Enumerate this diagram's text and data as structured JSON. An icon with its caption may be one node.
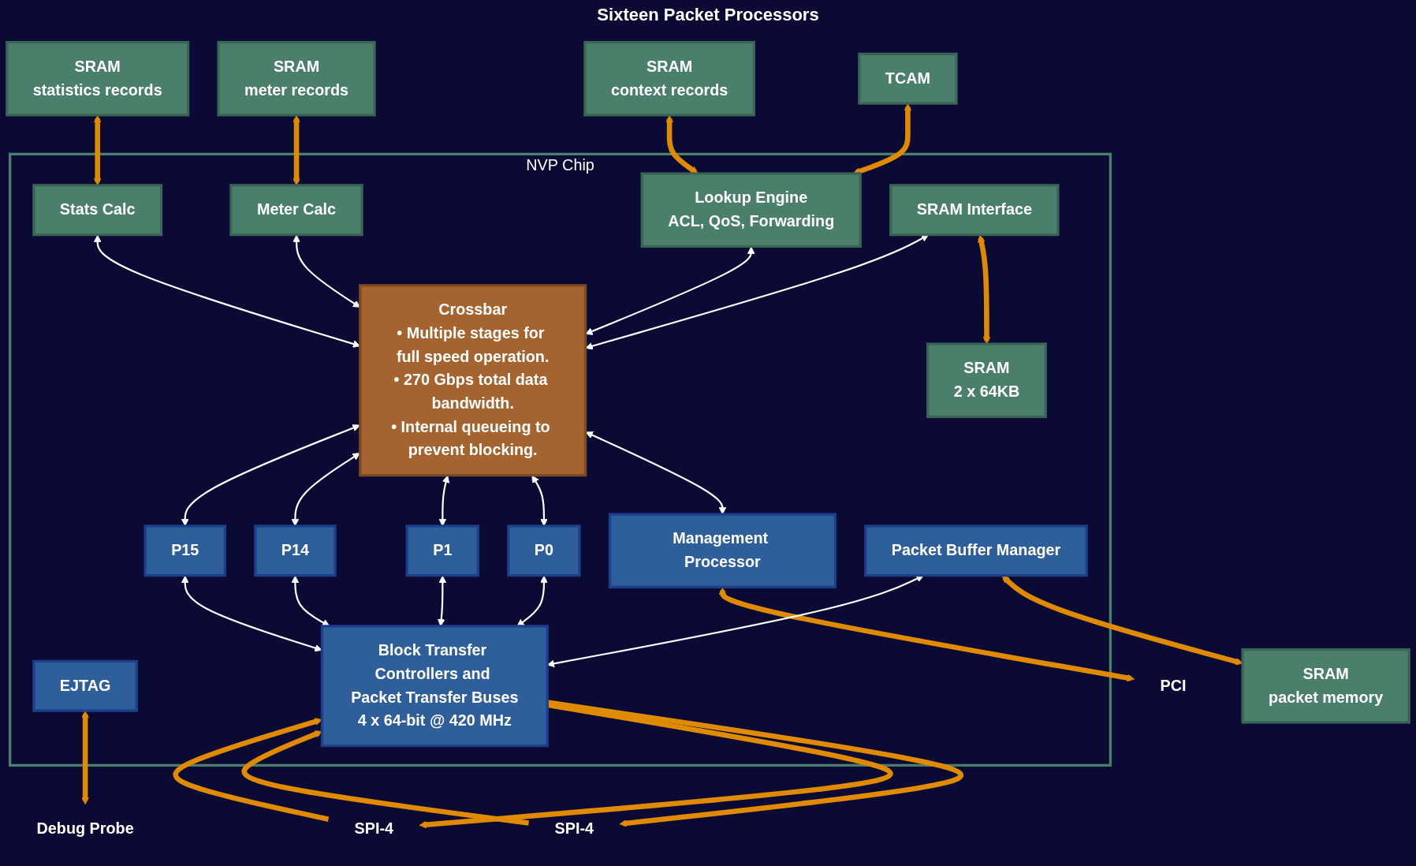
{
  "diagram": {
    "nodes": [
      {
        "text": [
          "NVP Chip"
        ]
      },
      {
        "text": [
          "TCAM"
        ]
      },
      {
        "text": [
          "SRAM",
          "context records"
        ]
      },
      {
        "text": [
          "SRAM",
          "meter records"
        ]
      },
      {
        "text": [
          "SRAM",
          "statistics records"
        ]
      },
      {
        "text": [
          "Lookup Engine",
          "ACL, QoS, Forwarding"
        ],
        "in": 0
      },
      {
        "text": [
          "Meter Calc"
        ],
        "in": 0
      },
      {
        "text": [
          "Stats Calc"
        ],
        "in": 0
      },
      {
        "text": [
          "SRAM Interface"
        ],
        "in": 0
      },
      {
        "text": [
          "SRAM",
          "2 x 64KB"
        ],
        "in": 0
      },
      {
        "text": [
          "EJTAG"
        ],
        "in": 0
      },
      {
        "text": [
          "Debug Probe"
        ]
      },
      {
        "text": [
          "Crossbar",
          "• Multiple stages for full speed operation.",
          "• 270 Gbps total data bandwidth.",
          "• Internal queueing to prevent blocking."
        ],
        "in": 0
      },
      {
        "text": [
          "Management Processor"
        ],
        "in": 0
      },
      {
        "text": [
          "PCI"
        ]
      },
      {
        "text": [
          "P0"
        ],
        "in": 0
      },
      {
        "text": [
          "P1"
        ],
        "in": 0
      },
      {
        "text": [
          "P14"
        ],
        "in": 0
      },
      {
        "text": [
          "P15"
        ],
        "in": 0
      },
      {
        "text": [
          "Packet Buffer Manager"
        ],
        "in": 0
      },
      {
        "text": [
          "SRAM",
          "packet memory"
        ]
      },
      {
        "text": [
          "Block Transfer Controllers and Packet Transfer Buses",
          "4 x 64-bit @ 420 MHz"
        ],
        "in": 0
      },
      {
        "text": [
          "SPI-4"
        ]
      },
      {
        "text": [
          "SPI-4"
        ]
      }
    ],
    "edges": [
      {
        "from": 1,
        "to": 5,
        "arrow": "both",
        "style": "thick",
        "color": "#e08a00"
      },
      {
        "from": 2,
        "to": 5,
        "arrow": "both",
        "style": "thick",
        "color": "#e08a00"
      },
      {
        "from": 3,
        "to": 6,
        "arrow": "both",
        "style": "thick",
        "color": "#e08a00"
      },
      {
        "from": 4,
        "to": 7,
        "arrow": "both",
        "style": "thick",
        "color": "#e08a00"
      },
      {
        "from": 8,
        "to": 9,
        "arrow": "both",
        "style": "thick",
        "color": "#e08a00"
      },
      {
        "from": 10,
        "to": 11,
        "arrow": "both",
        "style": "thick",
        "color": "#e08a00"
      },
      {
        "from": 5,
        "to": 12,
        "arrow": "both"
      },
      {
        "from": 6,
        "to": 12,
        "arrow": "both"
      },
      {
        "from": 7,
        "to": 12,
        "arrow": "both"
      },
      {
        "from": 8,
        "to": 12,
        "arrow": "both"
      },
      {
        "from": 12,
        "to": 13,
        "arrow": "both"
      },
      {
        "from": 13,
        "to": 14,
        "arrow": "both",
        "style": "thick",
        "color": "#e08a00"
      },
      {
        "from": 12,
        "to": 15,
        "arrow": "both"
      },
      {
        "from": 12,
        "to": 16,
        "arrow": "both"
      },
      {
        "from": 12,
        "to": 17,
        "arrow": "both"
      },
      {
        "from": 12,
        "to": 18,
        "arrow": "both"
      },
      {
        "from": 19,
        "to": 20,
        "arrow": "both",
        "style": "thick",
        "color": "#e08a00"
      },
      {
        "from": 15,
        "to": 21,
        "arrow": "both"
      },
      {
        "from": 16,
        "to": 21,
        "arrow": "both"
      },
      {
        "from": 17,
        "to": 21,
        "arrow": "both"
      },
      {
        "from": 18,
        "to": 21,
        "arrow": "both"
      },
      {
        "from": 19,
        "to": 21,
        "arrow": "both"
      },
      {
        "from": 22,
        "to": 21,
        "arrow": "to",
        "style": "thick",
        "color": "#e08a00"
      },
      {
        "from": 21,
        "to": 22,
        "arrow": "to",
        "style": "thick",
        "color": "#e08a00"
      },
      {
        "from": 21,
        "to": 23,
        "arrow": "to",
        "style": "thick",
        "color": "#e08a00"
      },
      {
        "from": 23,
        "to": 21,
        "arrow": "to",
        "style": "thick",
        "color": "#e08a00"
      }
    ],
    "labels": [
      "Sixteen Packet Processors"
    ]
  }
}
